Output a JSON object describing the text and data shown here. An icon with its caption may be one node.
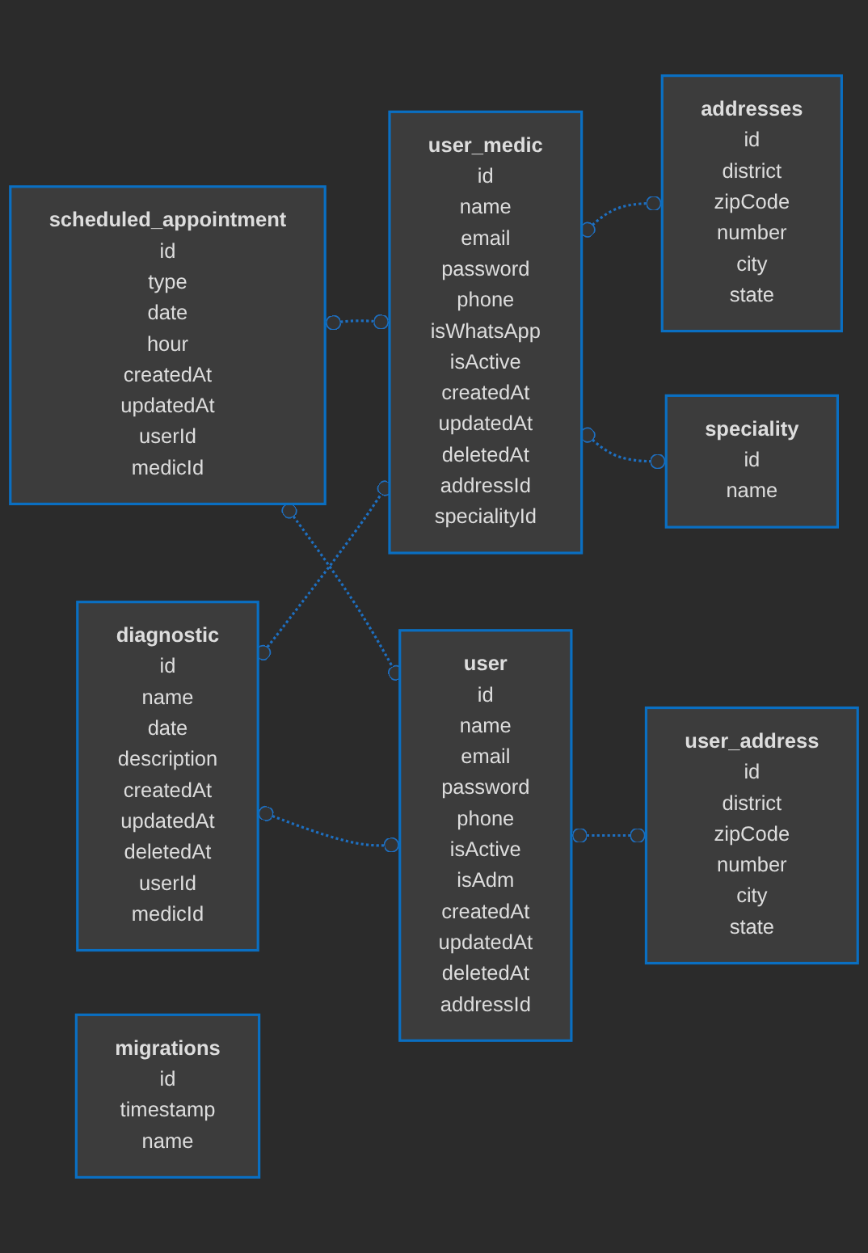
{
  "diagram": {
    "nodes": [
      {
        "text": [
          "scheduled_appointment",
          "id",
          "type",
          "date",
          "hour",
          "createdAt",
          "updatedAt",
          "userId",
          "medicId"
        ]
      },
      {
        "text": [
          "user_medic",
          "id",
          "name",
          "email",
          "password",
          "phone",
          "isWhatsApp",
          "isActive",
          "createdAt",
          "updatedAt",
          "deletedAt",
          "addressId",
          "specialityId"
        ]
      },
      {
        "text": [
          "addresses",
          "id",
          "district",
          "zipCode",
          "number",
          "city",
          "state"
        ]
      },
      {
        "text": [
          "speciality",
          "id",
          "name"
        ]
      },
      {
        "text": [
          "diagnostic",
          "id",
          "name",
          "date",
          "description",
          "createdAt",
          "updatedAt",
          "deletedAt",
          "userId",
          "medicId"
        ]
      },
      {
        "text": [
          "user",
          "id",
          "name",
          "email",
          "password",
          "phone",
          "isActive",
          "isAdm",
          "createdAt",
          "updatedAt",
          "deletedAt",
          "addressId"
        ]
      },
      {
        "text": [
          "user_address",
          "id",
          "district",
          "zipCode",
          "number",
          "city",
          "state"
        ]
      },
      {
        "text": [
          "migrations",
          "id",
          "timestamp",
          "name"
        ]
      }
    ],
    "edges": [
      {
        "from": 0,
        "to": 1,
        "arrow": "other",
        "style": "dashed"
      },
      {
        "from": 1,
        "to": 2,
        "arrow": "other",
        "style": "dashed"
      },
      {
        "from": 1,
        "to": 3,
        "arrow": "other",
        "style": "dashed"
      },
      {
        "from": 0,
        "to": 5,
        "arrow": "other",
        "style": "dashed"
      },
      {
        "from": 4,
        "to": 1,
        "arrow": "other",
        "style": "dashed"
      },
      {
        "from": 4,
        "to": 5,
        "arrow": "other",
        "style": "dashed"
      },
      {
        "from": 5,
        "to": 6,
        "arrow": "other",
        "style": "dashed"
      }
    ]
  }
}
